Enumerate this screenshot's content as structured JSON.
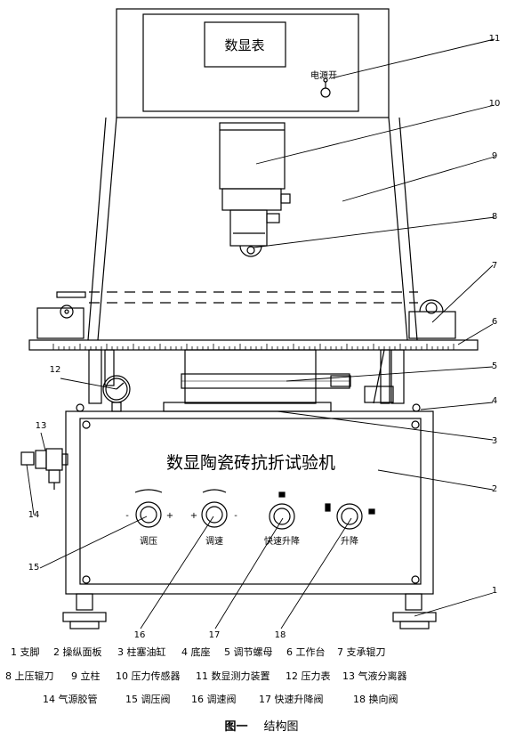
{
  "display_label": "数显表",
  "switch_label": "电源开",
  "machine_title": "数显陶瓷砖抗折试验机",
  "knobs": [
    {
      "label": "调压",
      "left_sign": "-",
      "right_sign": "+"
    },
    {
      "label": "调速",
      "left_sign": "+",
      "right_sign": "-"
    },
    {
      "label": "快速升降"
    },
    {
      "label": "升降"
    }
  ],
  "callout_numbers": [
    "1",
    "2",
    "3",
    "4",
    "5",
    "6",
    "7",
    "8",
    "9",
    "10",
    "11",
    "12",
    "13",
    "14",
    "15",
    "16",
    "17",
    "18"
  ],
  "legend": [
    [
      "1 支脚",
      "2 操纵面板",
      "3 柱塞油缸",
      "4 底座",
      "5 调节螺母",
      "6 工作台",
      "7 支承辊刀"
    ],
    [
      "8 上压辊刀",
      "9 立柱",
      "10 压力传感器",
      "11 数显测力装置",
      "12 压力表",
      "13 气液分离器"
    ],
    [
      "14 气源胶管",
      "15 调压阀",
      "16 调速阀",
      "17 快速升降阀",
      "18 换向阀"
    ]
  ],
  "caption": {
    "figure": "图一",
    "title": "结构图"
  }
}
